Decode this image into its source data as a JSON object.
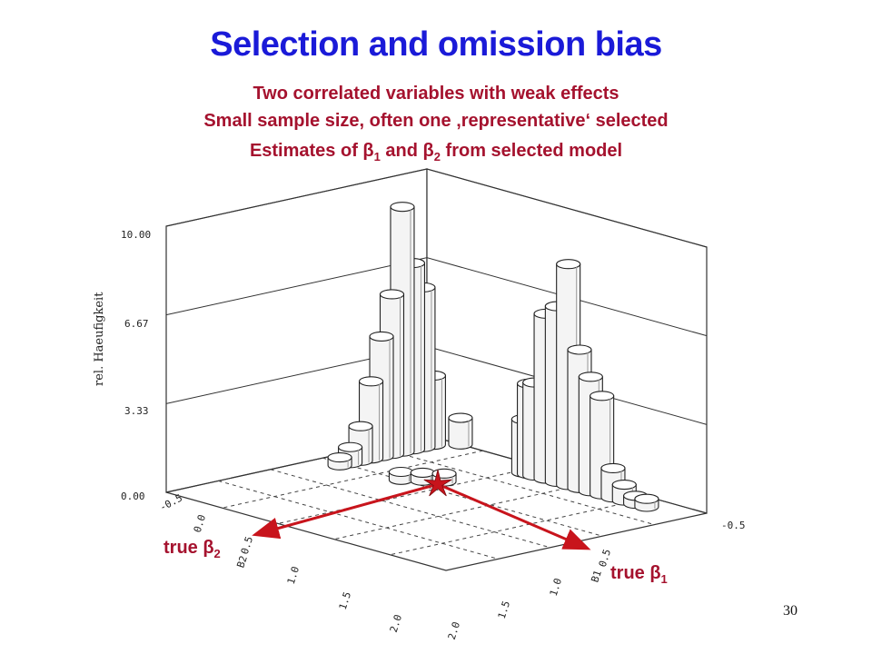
{
  "slide": {
    "title": "Selection and omission bias",
    "subtitle_1": "Two correlated variables with weak effects",
    "subtitle_2": "Small sample size, often one ‚representative‘ selected",
    "subtitle_3_pre": "Estimates of β",
    "subtitle_3_sub1": "1",
    "subtitle_3_mid": " and β",
    "subtitle_3_sub2": "2",
    "subtitle_3_post": " from selected model",
    "page_number": "30",
    "true_b2_label": "true β",
    "true_b2_sub": "2",
    "true_b1_label": "true β",
    "true_b1_sub": "1",
    "arrow_color": "#c8141c",
    "text_accent": "#a5122e",
    "title_color": "#1a1ad8"
  },
  "chart_data": {
    "type": "bar3d",
    "ylabel": "rel. Haeufigkeit",
    "z_ticks": [
      "0.00",
      "3.33",
      "6.67",
      "10.00"
    ],
    "zlim": [
      0,
      10
    ],
    "b2_axis_label": "B2",
    "b2_ticks": [
      "-0.5",
      "0.0",
      "0.5",
      "1.0",
      "1.5",
      "2.0"
    ],
    "b1_axis_label": "B1",
    "b1_ticks": [
      "-0.5",
      "0.5",
      "1.0",
      "1.5",
      "2.0"
    ],
    "true_values": {
      "b1": 1.0,
      "b2": 0.5
    },
    "bars": [
      {
        "b1": -0.3,
        "b2": 0.55,
        "h": 0.3
      },
      {
        "b1": -0.3,
        "b2": 0.45,
        "h": 0.6
      },
      {
        "b1": -0.3,
        "b2": 0.35,
        "h": 1.3
      },
      {
        "b1": -0.3,
        "b2": 0.25,
        "h": 2.9
      },
      {
        "b1": -0.3,
        "b2": 0.15,
        "h": 4.5
      },
      {
        "b1": -0.3,
        "b2": 0.05,
        "h": 6.0
      },
      {
        "b1": -0.3,
        "b2": -0.05,
        "h": 9.2
      },
      {
        "b1": -0.3,
        "b2": -0.15,
        "h": 7.0
      },
      {
        "b1": -0.3,
        "b2": -0.25,
        "h": 6.0
      },
      {
        "b1": -0.3,
        "b2": -0.35,
        "h": 2.6
      },
      {
        "b1": -0.2,
        "b2": -0.5,
        "h": 1.0
      },
      {
        "b1": 0.6,
        "b2": -0.3,
        "h": 3.4
      },
      {
        "b1": 0.2,
        "b2": 0.5,
        "h": 0.3
      },
      {
        "b1": 0.3,
        "b2": 0.4,
        "h": 0.3
      },
      {
        "b1": 0.4,
        "b2": 0.3,
        "h": 0.3
      },
      {
        "b1": 0.55,
        "b2": -0.3,
        "h": 2.0
      },
      {
        "b1": 0.65,
        "b2": -0.3,
        "h": 3.5
      },
      {
        "b1": 0.75,
        "b2": -0.3,
        "h": 6.2
      },
      {
        "b1": 0.85,
        "b2": -0.3,
        "h": 6.6
      },
      {
        "b1": 0.95,
        "b2": -0.3,
        "h": 8.3
      },
      {
        "b1": 1.05,
        "b2": -0.3,
        "h": 5.2
      },
      {
        "b1": 1.15,
        "b2": -0.3,
        "h": 4.3
      },
      {
        "b1": 1.25,
        "b2": -0.3,
        "h": 3.7
      },
      {
        "b1": 1.35,
        "b2": -0.3,
        "h": 1.1
      },
      {
        "b1": 1.45,
        "b2": -0.3,
        "h": 0.6
      },
      {
        "b1": 1.55,
        "b2": -0.3,
        "h": 0.3
      },
      {
        "b1": 1.65,
        "b2": -0.3,
        "h": 0.3
      }
    ]
  }
}
